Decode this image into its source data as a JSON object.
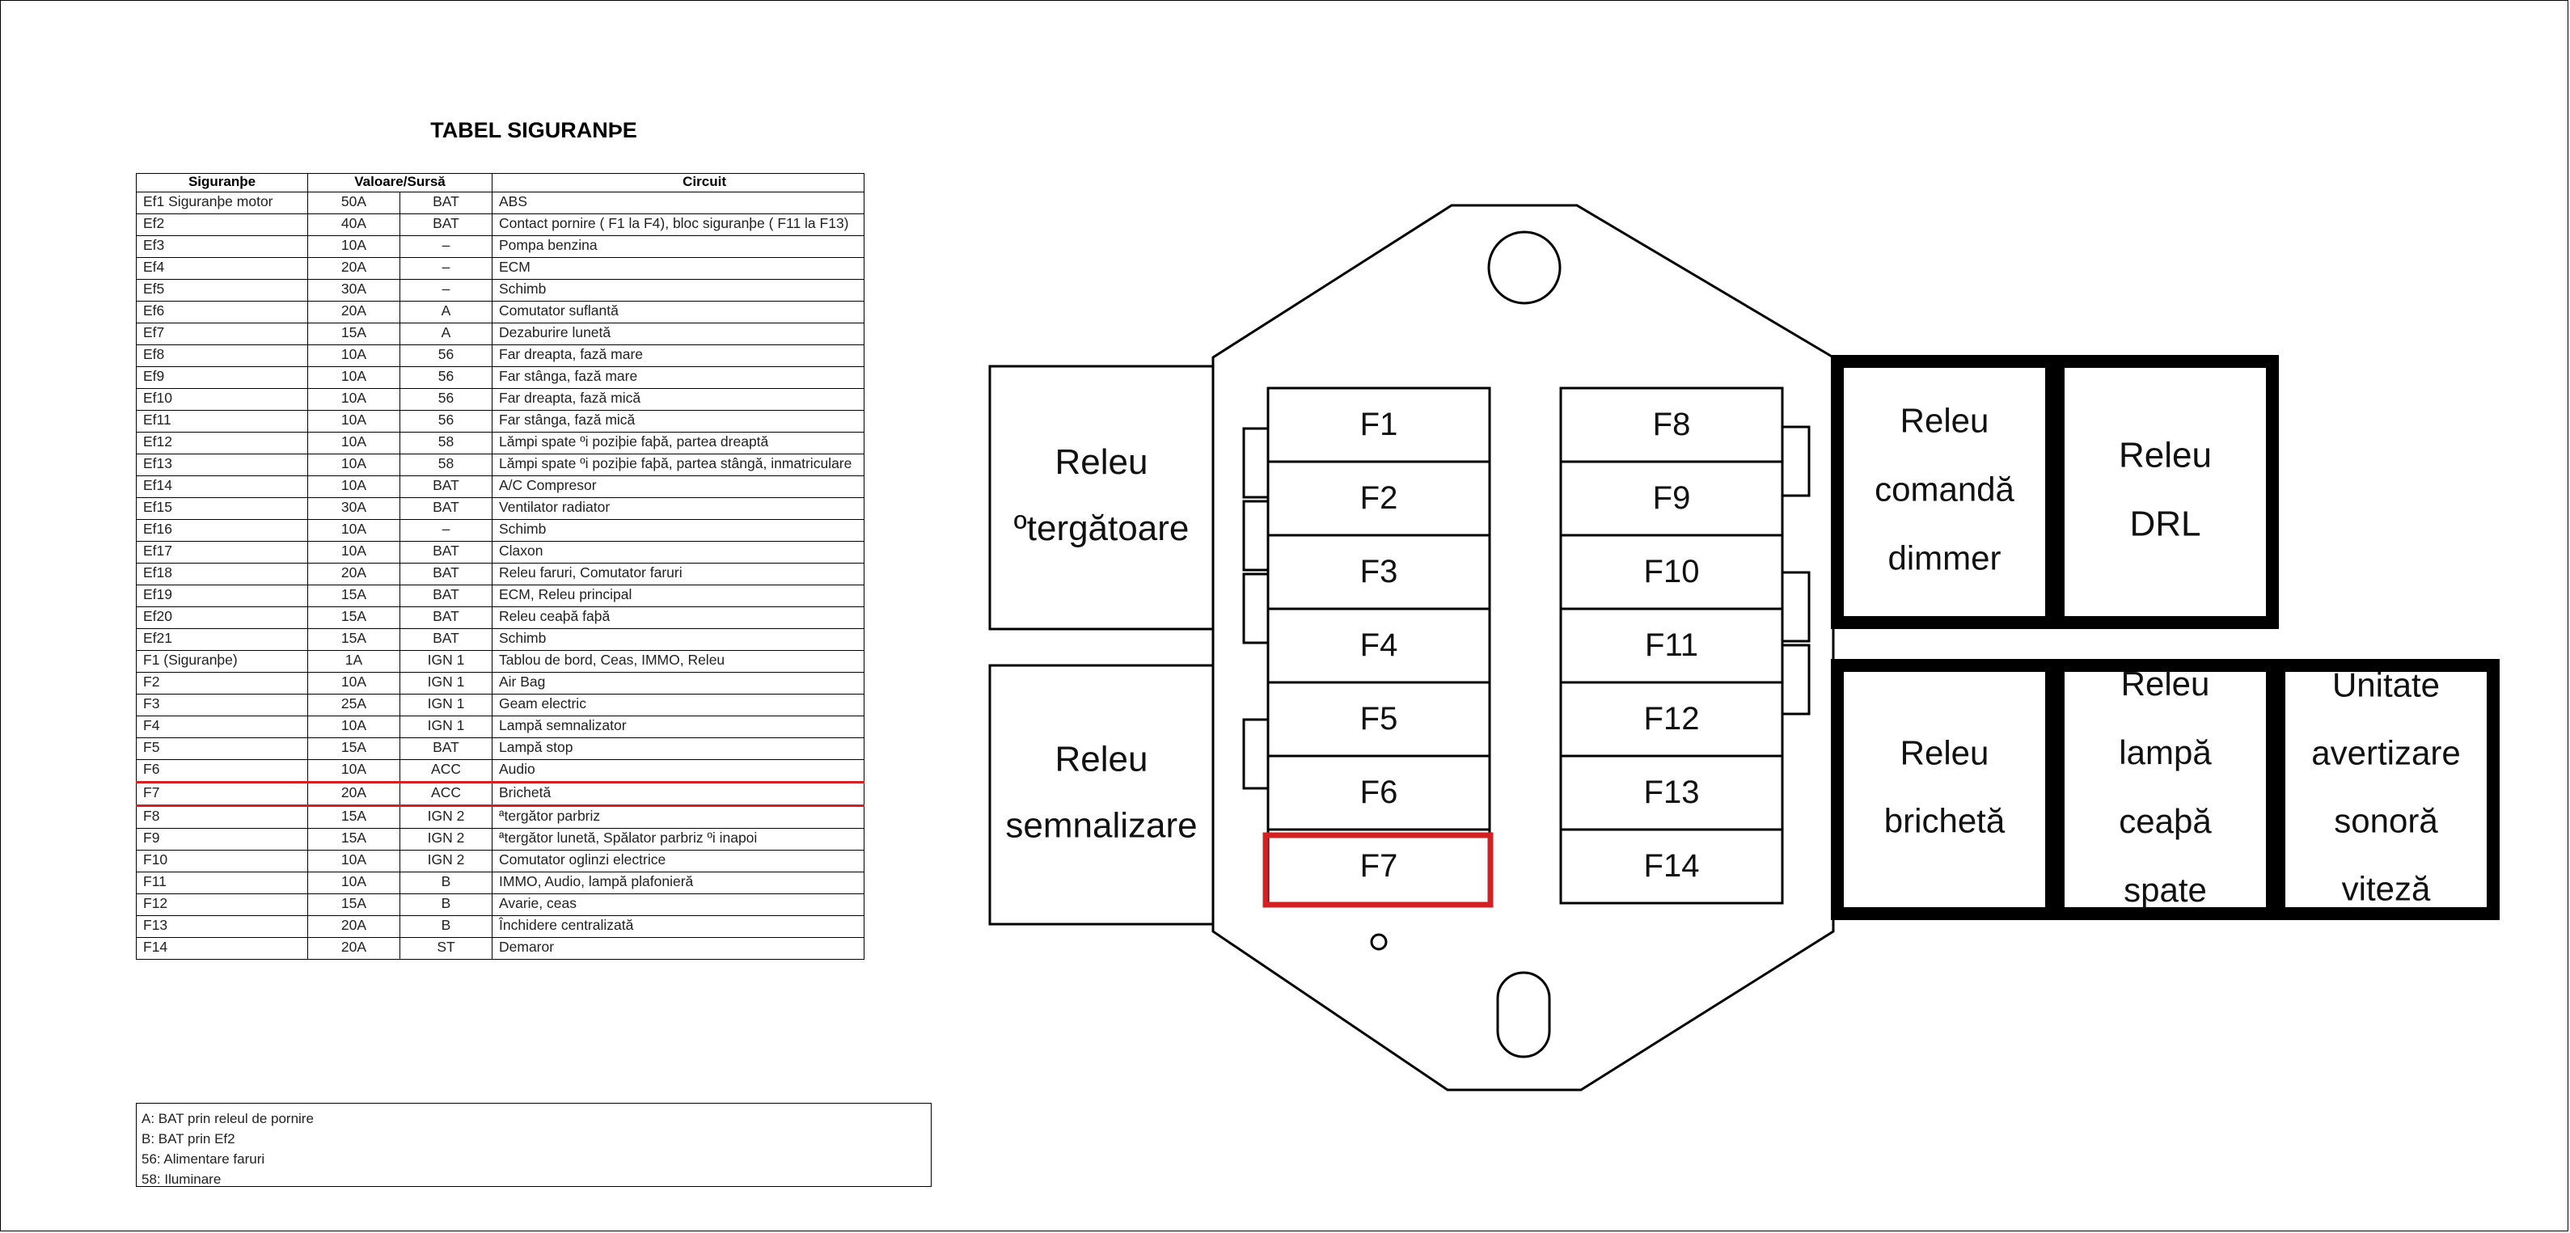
{
  "table": {
    "title": "TABEL SIGURANÞE",
    "headers": {
      "fuse": "Siguranþe",
      "value_source": "Valoare/Sursă",
      "circuit": "Circuit"
    },
    "rows": [
      {
        "fuse": "Ef1 Siguranþe motor",
        "value": "50A",
        "source": "BAT",
        "circuit": "ABS"
      },
      {
        "fuse": "Ef2",
        "value": "40A",
        "source": "BAT",
        "circuit": "Contact pornire ( F1 la F4), bloc siguranþe ( F11 la F13)"
      },
      {
        "fuse": "Ef3",
        "value": "10A",
        "source": "–",
        "circuit": "Pompa benzina"
      },
      {
        "fuse": "Ef4",
        "value": "20A",
        "source": "–",
        "circuit": "ECM"
      },
      {
        "fuse": "Ef5",
        "value": "30A",
        "source": "–",
        "circuit": "Schimb"
      },
      {
        "fuse": "Ef6",
        "value": "20A",
        "source": "A",
        "circuit": "Comutator suflantă"
      },
      {
        "fuse": "Ef7",
        "value": "15A",
        "source": "A",
        "circuit": "Dezaburire lunetă"
      },
      {
        "fuse": "Ef8",
        "value": "10A",
        "source": "56",
        "circuit": "Far dreapta, fază mare"
      },
      {
        "fuse": "Ef9",
        "value": "10A",
        "source": "56",
        "circuit": "Far stânga, fază mare"
      },
      {
        "fuse": "Ef10",
        "value": "10A",
        "source": "56",
        "circuit": "Far dreapta, fază mică"
      },
      {
        "fuse": "Ef11",
        "value": "10A",
        "source": "56",
        "circuit": "Far stânga, fază mică"
      },
      {
        "fuse": "Ef12",
        "value": "10A",
        "source": "58",
        "circuit": "Lămpi spate ºi poziþie faþă, partea dreaptă"
      },
      {
        "fuse": "Ef13",
        "value": "10A",
        "source": "58",
        "circuit": "Lămpi spate ºi poziþie faþă, partea stângă, inmatriculare"
      },
      {
        "fuse": "Ef14",
        "value": "10A",
        "source": "BAT",
        "circuit": "A/C Compresor"
      },
      {
        "fuse": "Ef15",
        "value": "30A",
        "source": "BAT",
        "circuit": "Ventilator radiator"
      },
      {
        "fuse": "Ef16",
        "value": "10A",
        "source": "–",
        "circuit": "Schimb"
      },
      {
        "fuse": "Ef17",
        "value": "10A",
        "source": "BAT",
        "circuit": "Claxon"
      },
      {
        "fuse": "Ef18",
        "value": "20A",
        "source": "BAT",
        "circuit": "Releu faruri, Comutator faruri"
      },
      {
        "fuse": "Ef19",
        "value": "15A",
        "source": "BAT",
        "circuit": "ECM, Releu principal"
      },
      {
        "fuse": "Ef20",
        "value": "15A",
        "source": "BAT",
        "circuit": "Releu ceaþă faþă"
      },
      {
        "fuse": "Ef21",
        "value": "15A",
        "source": "BAT",
        "circuit": "Schimb"
      },
      {
        "fuse": "F1 (Siguranþe)",
        "value": "1A",
        "source": "IGN 1",
        "circuit": "Tablou de bord, Ceas, IMMO, Releu"
      },
      {
        "fuse": "F2",
        "value": "10A",
        "source": "IGN 1",
        "circuit": "Air Bag"
      },
      {
        "fuse": "F3",
        "value": "25A",
        "source": "IGN 1",
        "circuit": "Geam electric"
      },
      {
        "fuse": "F4",
        "value": "10A",
        "source": "IGN 1",
        "circuit": "Lampă semnalizator"
      },
      {
        "fuse": "F5",
        "value": "15A",
        "source": "BAT",
        "circuit": "Lampă stop"
      },
      {
        "fuse": "F6",
        "value": "10A",
        "source": "ACC",
        "circuit": "Audio"
      },
      {
        "fuse": "F7",
        "value": "20A",
        "source": "ACC",
        "circuit": "Brichetă"
      },
      {
        "fuse": "F8",
        "value": "15A",
        "source": "IGN 2",
        "circuit": "ªtergător parbriz"
      },
      {
        "fuse": "F9",
        "value": "15A",
        "source": "IGN 2",
        "circuit": "ªtergător lunetă, Spălator parbriz ºi inapoi"
      },
      {
        "fuse": "F10",
        "value": "10A",
        "source": "IGN 2",
        "circuit": "Comutator oglinzi electrice"
      },
      {
        "fuse": "F11",
        "value": "10A",
        "source": "B",
        "circuit": "IMMO, Audio, lampă plafonieră"
      },
      {
        "fuse": "F12",
        "value": "15A",
        "source": "B",
        "circuit": "Avarie, ceas"
      },
      {
        "fuse": "F13",
        "value": "20A",
        "source": "B",
        "circuit": "Închidere centralizată"
      },
      {
        "fuse": "F14",
        "value": "20A",
        "source": "ST",
        "circuit": "Demaror"
      }
    ],
    "highlighted_fuse": "F7",
    "legend": [
      "A: BAT prin releul de pornire",
      "B: BAT prin Ef2",
      "56: Alimentare faruri",
      "58: Iluminare"
    ]
  },
  "diagram": {
    "left_fuses": [
      "F1",
      "F2",
      "F3",
      "F4",
      "F5",
      "F6",
      "F7"
    ],
    "right_fuses": [
      "F8",
      "F9",
      "F10",
      "F11",
      "F12",
      "F13",
      "F14"
    ],
    "highlighted_fuse": "F7",
    "left_relays": [
      {
        "lines": [
          "Releu",
          "ºtergătoare"
        ]
      },
      {
        "lines": [
          "Releu",
          "semnalizare"
        ]
      }
    ],
    "right_top_relays": [
      {
        "lines": [
          "Releu",
          "comandă",
          "dimmer"
        ]
      },
      {
        "lines": [
          "Releu",
          "DRL"
        ]
      }
    ],
    "right_bottom_relays": [
      {
        "lines": [
          "Releu",
          "brichetă"
        ]
      },
      {
        "lines": [
          "Releu",
          "lampă",
          "ceaþă",
          "spate"
        ]
      },
      {
        "lines": [
          "Unitate",
          "avertizare",
          "sonoră",
          "viteză"
        ]
      }
    ],
    "highlight_color": "#d42020"
  }
}
